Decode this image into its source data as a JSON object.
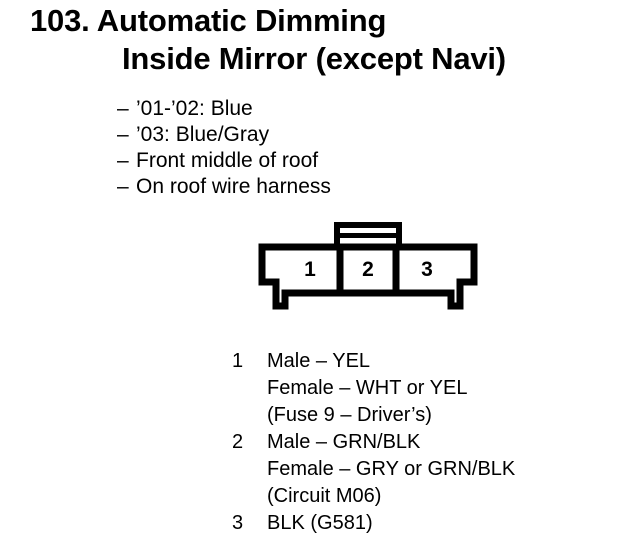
{
  "heading": {
    "line1": "103. Automatic Dimming",
    "line2": "Inside Mirror (except Navi)"
  },
  "specs": {
    "dash": "–",
    "items": [
      "’01-’02: Blue",
      "’03: Blue/Gray",
      "Front middle of roof",
      "On roof wire harness"
    ]
  },
  "connector": {
    "pins": [
      "1",
      "2",
      "3"
    ],
    "line_color": "#000000",
    "fill_color": "#ffffff"
  },
  "legend": {
    "groups": [
      {
        "number": "1",
        "lines": [
          "Male – YEL",
          "Female – WHT or YEL",
          "(Fuse 9 – Driver’s)"
        ]
      },
      {
        "number": "2",
        "lines": [
          "Male – GRN/BLK",
          "Female – GRY or GRN/BLK",
          "(Circuit M06)"
        ]
      },
      {
        "number": "3",
        "lines": [
          "BLK (G581)"
        ]
      }
    ]
  }
}
